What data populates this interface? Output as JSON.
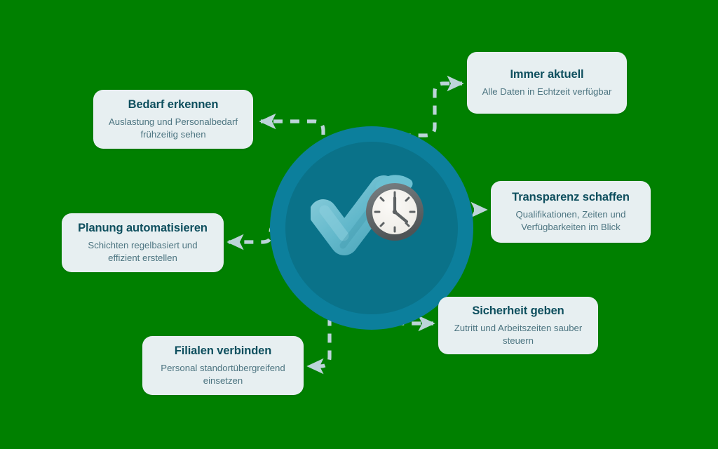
{
  "theme": {
    "background_color": "#008000",
    "hub_outer_color": "#0c7f9c",
    "hub_inner_color": "#0a7289",
    "card_fill_color": "#e7eff1",
    "card_title_color": "#0e4f5e",
    "card_desc_color": "#4d7581",
    "connector_color": "#bcd4d9"
  },
  "hub": {
    "icon_name": "checkmark-clock-icon",
    "icon_label": "Haken mit Uhr",
    "check_color": "#63b9cc",
    "clock_face_color": "#f4f2ee",
    "clock_rim_color": "#5d6264"
  },
  "cards": [
    {
      "id": "bedarf-erkennen",
      "title": "Bedarf erkennen",
      "desc": "Auslastung und Personalbedarf frühzeitig sehen"
    },
    {
      "id": "immer-aktuell",
      "title": "Immer aktuell",
      "desc": "Alle Daten in Echtzeit verfügbar"
    },
    {
      "id": "transparenz-schaffen",
      "title": "Transparenz schaffen",
      "desc": "Qualifikationen, Zeiten und Verfügbarkeiten im Blick"
    },
    {
      "id": "sicherheit-geben",
      "title": "Sicherheit geben",
      "desc": "Zutritt und Arbeitszeiten sauber steuern"
    },
    {
      "id": "filialen-verbinden",
      "title": "Filialen verbinden",
      "desc": "Personal standortübergreifend einsetzen"
    },
    {
      "id": "planung-automatisieren",
      "title": "Planung automatisieren",
      "desc": "Schichten regelbasiert und effizient erstellen"
    }
  ],
  "connectors": [
    {
      "name": "connector-to-bedarf-erkennen",
      "from": "hub",
      "to": "bedarf-erkennen",
      "style": "dashed-arrow"
    },
    {
      "name": "connector-to-immer-aktuell",
      "from": "hub",
      "to": "immer-aktuell",
      "style": "dashed-arrow"
    },
    {
      "name": "connector-to-transparenz-schaffen",
      "from": "hub",
      "to": "transparenz-schaffen",
      "style": "dashed-arrow"
    },
    {
      "name": "connector-to-sicherheit-geben",
      "from": "hub",
      "to": "sicherheit-geben",
      "style": "dashed-arrow"
    },
    {
      "name": "connector-to-filialen-verbinden",
      "from": "hub",
      "to": "filialen-verbinden",
      "style": "dashed-arrow"
    },
    {
      "name": "connector-to-planung-automatisieren",
      "from": "hub",
      "to": "planung-automatisieren",
      "style": "dashed-arrow"
    }
  ]
}
